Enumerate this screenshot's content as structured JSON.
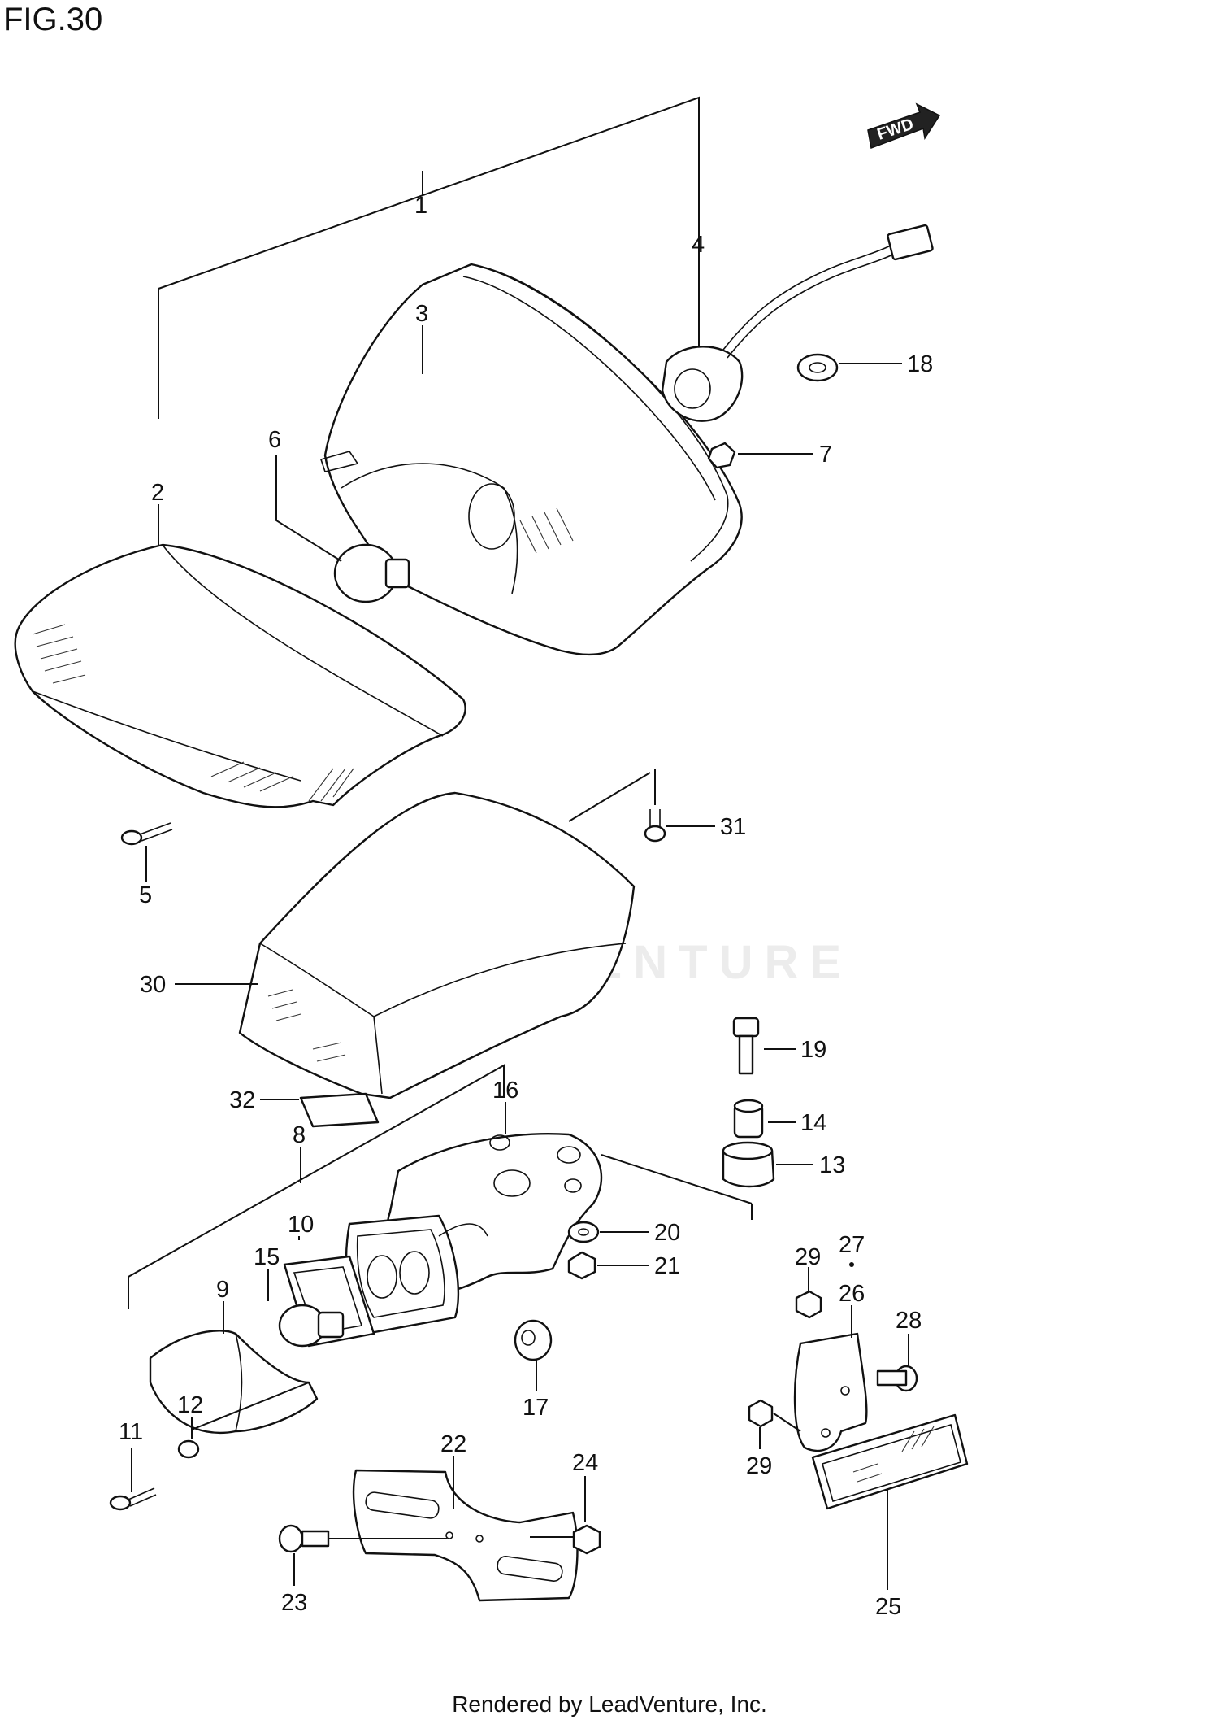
{
  "figure_title": "FIG.30",
  "direction_label": "FWD",
  "watermark": "LEADVENTURE",
  "footer": "Rendered by LeadVenture, Inc.",
  "part_labels": {
    "p1": "1",
    "p2": "2",
    "p3": "3",
    "p4": "4",
    "p5": "5",
    "p6": "6",
    "p7": "7",
    "p8": "8",
    "p9": "9",
    "p10": "10",
    "p11": "11",
    "p12": "12",
    "p13": "13",
    "p14": "14",
    "p15": "15",
    "p16": "16",
    "p17": "17",
    "p18": "18",
    "p19": "19",
    "p20": "20",
    "p21": "21",
    "p22": "22",
    "p23": "23",
    "p24": "24",
    "p25": "25",
    "p26": "26",
    "p27": "27",
    "p28": "28",
    "p29a": "29",
    "p29b": "29",
    "p30": "30",
    "p31": "31",
    "p32": "32"
  }
}
